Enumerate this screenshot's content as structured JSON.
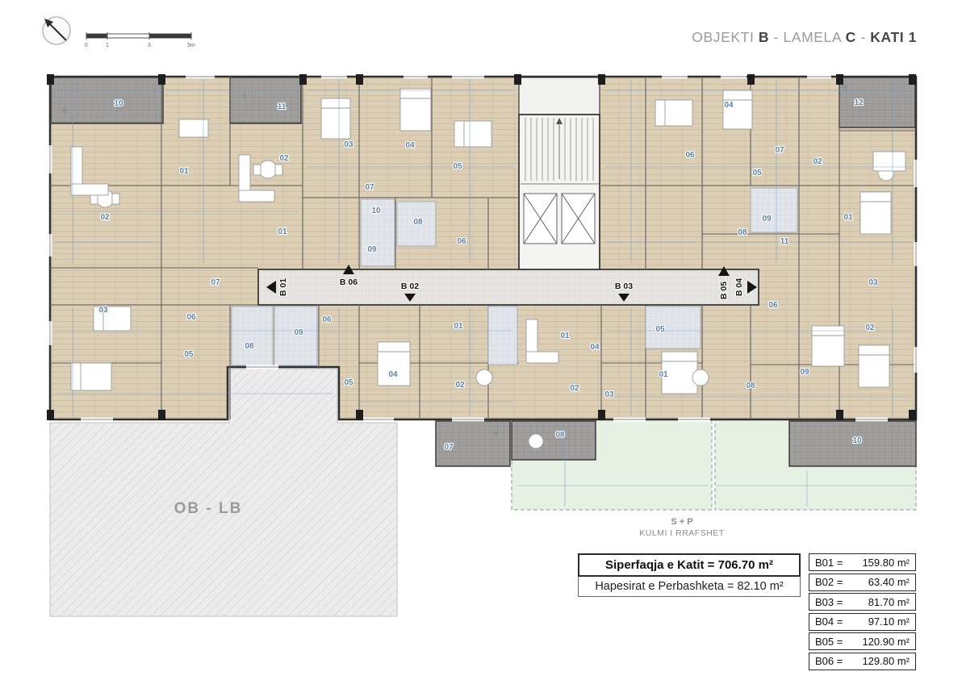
{
  "title": {
    "part1": "OBJEKTI ",
    "part2": "B",
    "part3": " - LAMELA ",
    "part4": "C",
    "part5": " - ",
    "part6": "KATI 1"
  },
  "scale": {
    "t0": "0",
    "t1": "1",
    "t2": "3",
    "t3": "5m"
  },
  "units": [
    "B 01",
    "B 02",
    "B 03",
    "B 04",
    "B 05",
    "B 06"
  ],
  "rooms": [
    "10",
    "11",
    "12",
    "01",
    "02",
    "02",
    "01",
    "07",
    "03",
    "04",
    "05",
    "07",
    "10",
    "08",
    "09",
    "06",
    "04",
    "06",
    "02",
    "07",
    "05",
    "09",
    "11",
    "08",
    "01",
    "03",
    "06",
    "05",
    "08",
    "09",
    "06",
    "05",
    "04",
    "01",
    "02",
    "01",
    "04",
    "02",
    "03",
    "05",
    "01",
    "06",
    "09",
    "08",
    "02",
    "03",
    "07",
    "08",
    "10"
  ],
  "misc": {
    "oblb": "OB - LB",
    "sp": "S + P",
    "kulmi": "KULMI I RRAFSHET"
  },
  "summary": {
    "line1": "Siperfaqja e Katit = 706.70 m²",
    "line2": "Hapesirat e Perbashketa = 82.10 m²"
  },
  "legend": {
    "rows": [
      {
        "label": "B01 =",
        "value": "159.80 m²"
      },
      {
        "label": "B02 =",
        "value": "63.40 m²"
      },
      {
        "label": "B03 =",
        "value": "81.70 m²"
      },
      {
        "label": "B04 =",
        "value": "97.10 m²"
      },
      {
        "label": "B05 =",
        "value": "120.90 m²"
      },
      {
        "label": "B06 =",
        "value": "129.80 m²"
      }
    ]
  },
  "icons": {
    "plant": "✳"
  },
  "colors": {
    "dimension_blue": "#6f9cc9",
    "room_label_blue": "#5e82a6",
    "wood_floor": "#dccfb6",
    "terrace_gray": "#a09f9d",
    "lawn_green": "#e7f1e3"
  }
}
